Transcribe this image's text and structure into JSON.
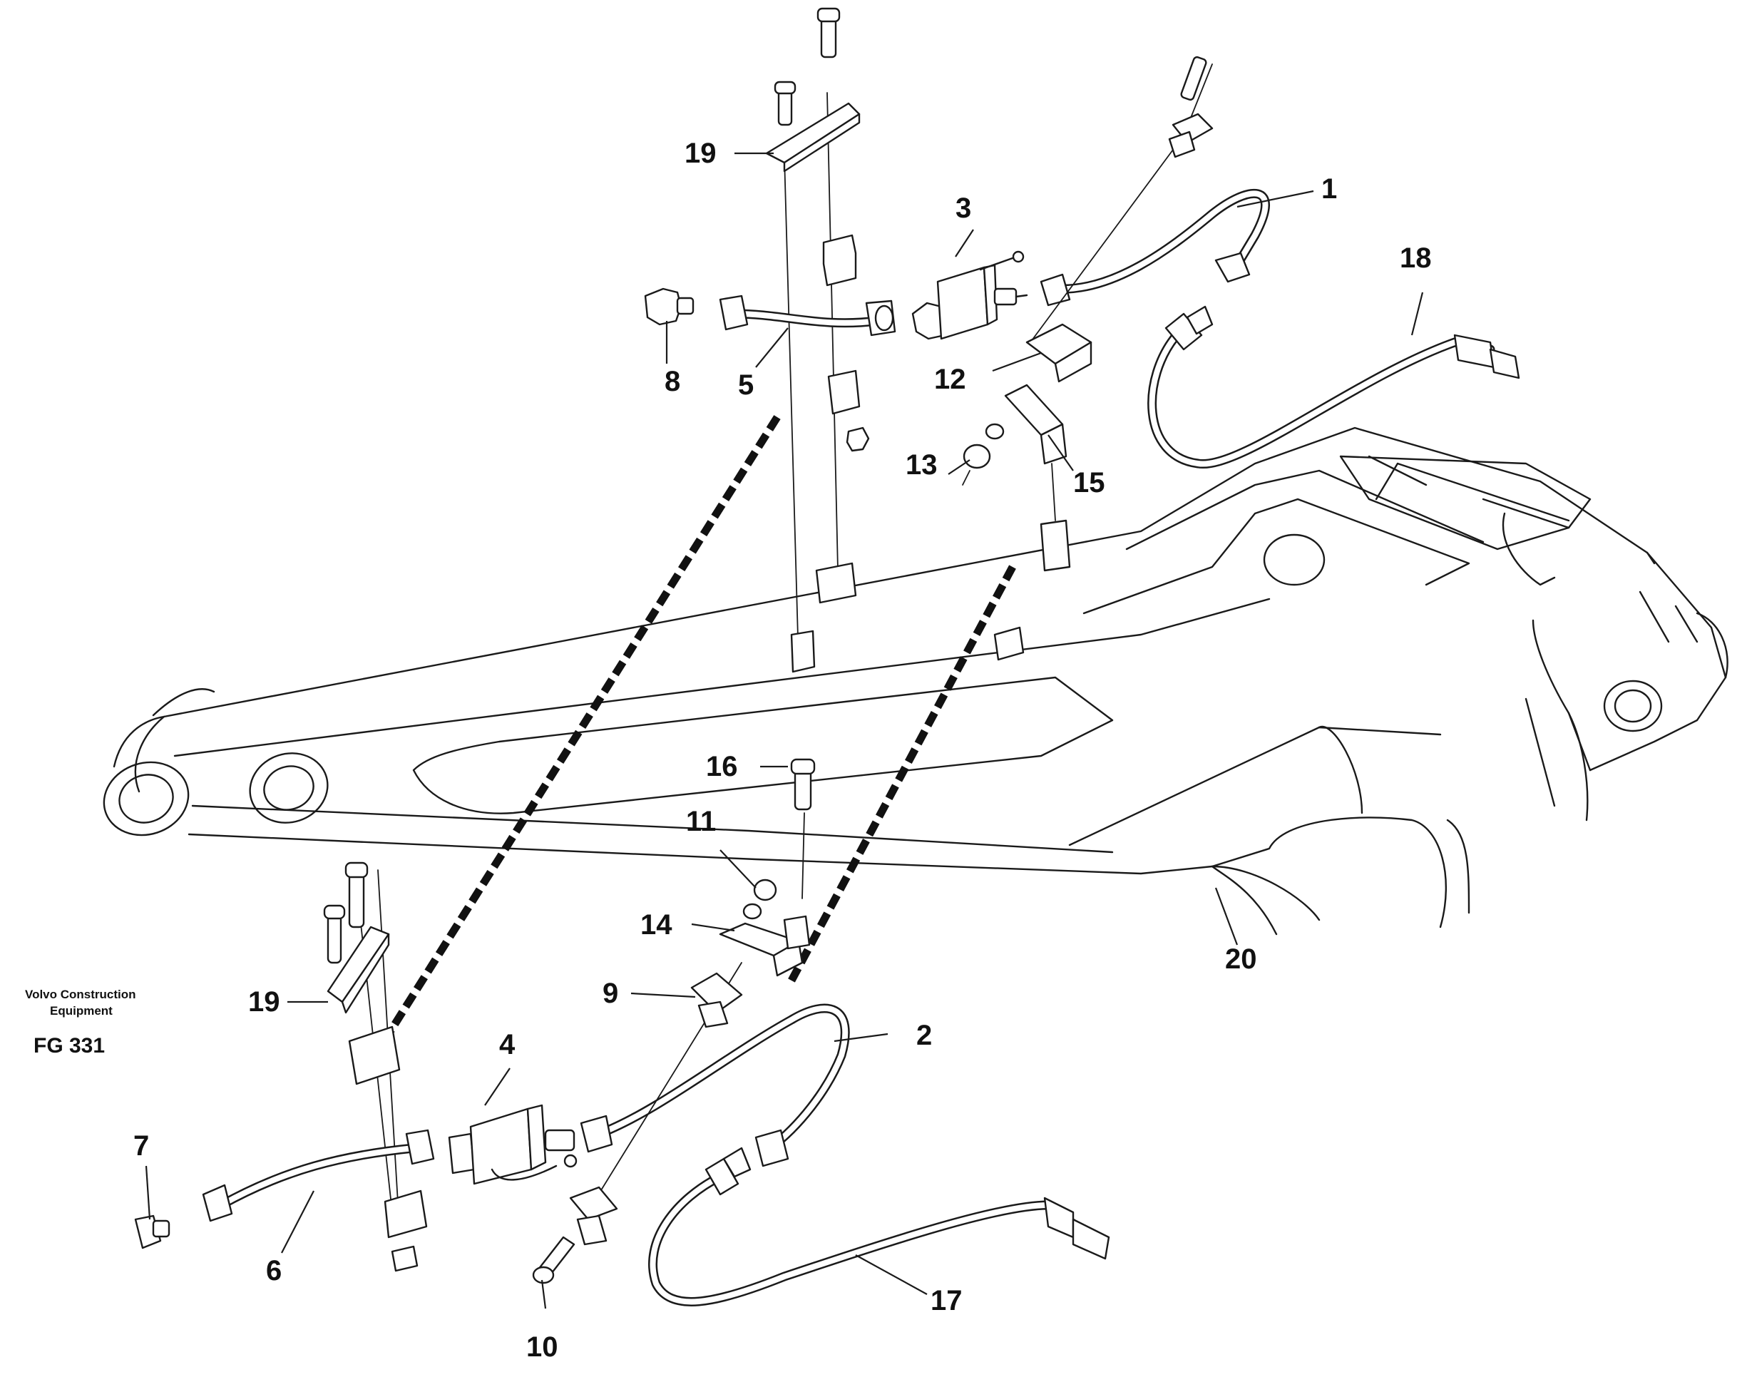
{
  "diagram": {
    "brand_line1": "Volvo Construction",
    "brand_line2": "Equipment",
    "figure_code": "FG 331",
    "callouts": {
      "c1": "1",
      "c2": "2",
      "c3": "3",
      "c4": "4",
      "c5": "5",
      "c6": "6",
      "c7": "7",
      "c8": "8",
      "c9": "9",
      "c10": "10",
      "c11": "11",
      "c12": "12",
      "c13": "13",
      "c14": "14",
      "c15": "15",
      "c16": "16",
      "c17": "17",
      "c18": "18",
      "c19a": "19",
      "c19b": "19",
      "c20": "20"
    }
  }
}
